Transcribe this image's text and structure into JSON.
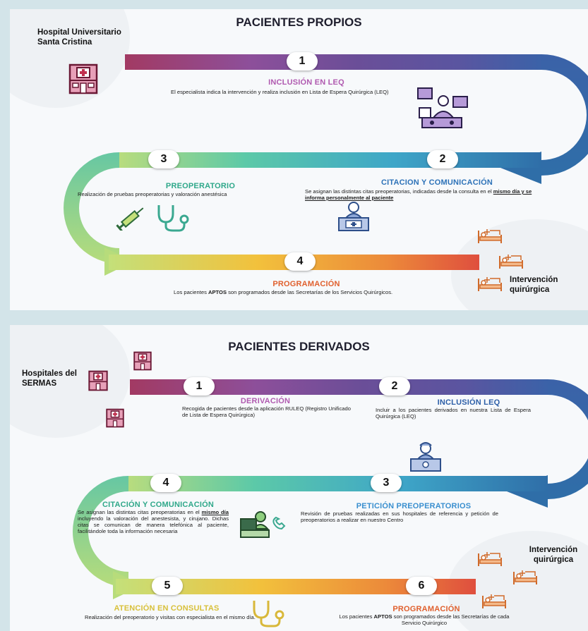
{
  "panel1": {
    "title": "PACIENTES PROPIOS",
    "hospital_label": "Hospital Universitario Santa Cristina",
    "end_label": "Intervención quirúrgica",
    "steps": [
      {
        "number": "1",
        "title": "INCLUSIÓN EN LEQ",
        "title_color": "#b05ab0",
        "text": "El especialista indica la intervención y realiza inclusión en Lista de Espera Quirúrgica (LEQ)"
      },
      {
        "number": "2",
        "title": "CITACION Y COMUNICACIÓN",
        "title_color": "#2d72b8",
        "text_before": "Se asignan las distintas citas preoperatorias, indicadas desde la consulta en el ",
        "text_bold": "mismo día y se informa personalmente al paciente"
      },
      {
        "number": "3",
        "title": "PREOPERATORIO",
        "title_color": "#2fa88a",
        "text": "Realización de pruebas preoperatorias y valoración anestésica"
      },
      {
        "number": "4",
        "title": "PROGRAMACIÓN",
        "title_color": "#e0602e",
        "text_before": "Los pacientes ",
        "text_bold": "APTOS",
        "text_after": " son programados desde las Secretarías de los Servicios Quirúrgicos."
      }
    ]
  },
  "panel2": {
    "title": "PACIENTES DERIVADOS",
    "hospital_label": "Hospitales del SERMAS",
    "end_label": "Intervención quirúrgica",
    "steps": [
      {
        "number": "1",
        "title": "DERIVACIÓN",
        "title_color": "#b05ab0",
        "text": "Recogida de pacientes desde la aplicación RULEQ (Registro Unificado de Lista de Espera Quirúrgica)"
      },
      {
        "number": "2",
        "title": "INCLUSIÓN LEQ",
        "title_color": "#2d5fa8",
        "text": "Incluir a los pacientes derivados en nuestra Lista de Espera Quirúrgica (LEQ)"
      },
      {
        "number": "3",
        "title": "PETICIÓN PREOPERATORIOS",
        "title_color": "#3a8fcf",
        "text": "Revisión de pruebas realizadas en sus hospitales de referencia y petición de preoperatorios a realizar en nuestro Centro"
      },
      {
        "number": "4",
        "title": "CITACIÓN Y COMUNICACIÓN",
        "title_color": "#2fa88a",
        "text_before": "Se asignan las distintas citas preoperatorias en el ",
        "text_bold": "mismo día",
        "text_after": " incluyendo la valoración del anestesista, y cirujano. Dichas citas se comunican de manera telefónica al paciente, facilitándole toda la información necesaria"
      },
      {
        "number": "5",
        "title": "ATENCIÓN EN CONSULTAS",
        "title_color": "#d8c03a",
        "text": "Realización del preoperatorio y visitas con especialista en el mismo día."
      },
      {
        "number": "6",
        "title": "PROGRAMACIÓN",
        "title_color": "#e0602e",
        "text_before": "Los pacientes ",
        "text_bold": "APTOS",
        "text_after": " son programados desde las Secretarías de cada Servicio Quirúrgico"
      }
    ]
  },
  "colors": {
    "band_magenta": "#a23a63",
    "band_purple": "#7a4f95",
    "band_blue": "#2f6ea8",
    "band_teal": "#4cc6b0",
    "band_green": "#a9d26b",
    "band_yellow": "#f2c13c",
    "band_orange": "#ec8a3a",
    "band_red": "#df4f3e",
    "hospital_icon": "#8a2040",
    "bed_icon": "#e08a4a"
  }
}
